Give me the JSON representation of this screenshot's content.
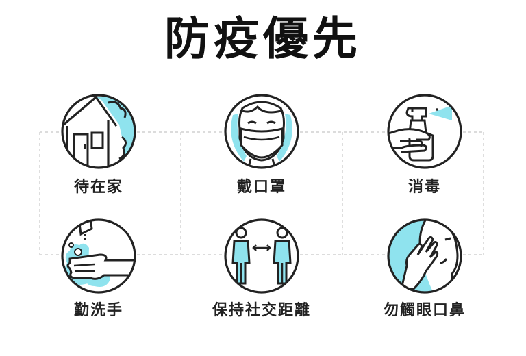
{
  "title": "防疫優先",
  "colors": {
    "accent": "#8fe3ee",
    "stroke": "#222222",
    "dash": "#c8c8c8"
  },
  "items": [
    {
      "label": "待在家",
      "icon": "house-icon"
    },
    {
      "label": "戴口罩",
      "icon": "face-mask-icon"
    },
    {
      "label": "消毒",
      "icon": "spray-bottle-icon"
    },
    {
      "label": "勤洗手",
      "icon": "hand-washing-icon"
    },
    {
      "label": "保持社交距離",
      "icon": "social-distance-icon"
    },
    {
      "label": "勿觸眼口鼻",
      "icon": "no-touch-face-icon"
    }
  ]
}
